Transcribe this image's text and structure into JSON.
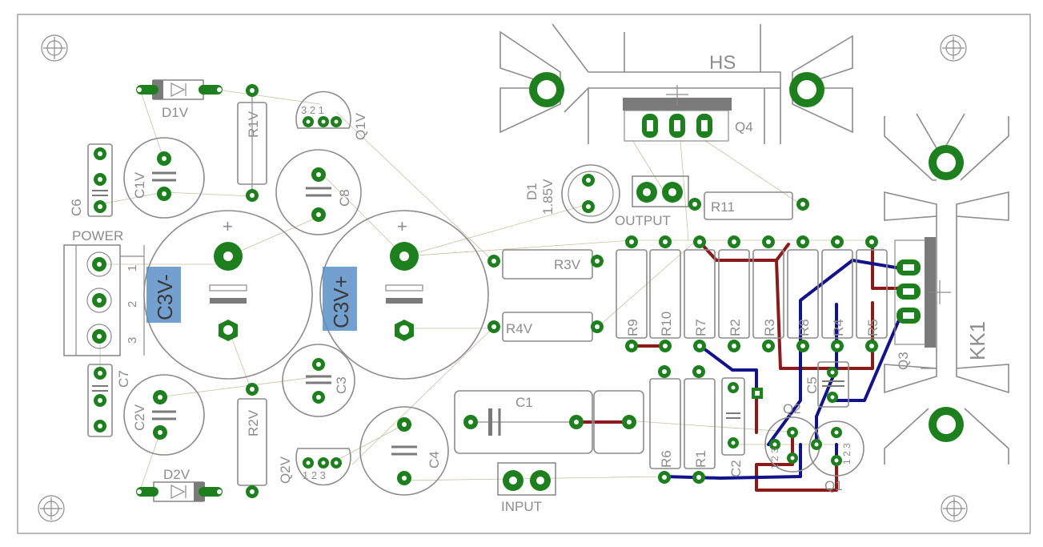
{
  "labels": {
    "d1v": "D1V",
    "r1v": "R1V",
    "q1v": "Q1V",
    "c1v": "C1V",
    "c8": "C8",
    "c6": "C6",
    "power": "POWER",
    "pin1": "1",
    "pin2": "2",
    "pin3": "3",
    "c3vm": "C3V-",
    "c3vp": "C3V+",
    "c7": "C7",
    "c2v": "C2V",
    "r2v": "R2V",
    "q2v": "Q2V",
    "c3": "C3",
    "c4": "C4",
    "d2v": "D2V",
    "hs": "HS",
    "q4": "Q4",
    "d1": "D1",
    "d1val": "1.85V",
    "output": "OUTPUT",
    "r11": "R11",
    "r3v": "R3V",
    "r4v": "R4V",
    "c1": "C1",
    "input": "INPUT",
    "r9": "R9",
    "r10": "R10",
    "r7": "R7",
    "r2": "R2",
    "r3": "R3",
    "r8": "R8",
    "r4": "R4",
    "r5": "R5",
    "r6": "R6",
    "r1": "R1",
    "c2": "C2",
    "c5": "C5",
    "q2": "Q2",
    "q1": "Q1",
    "q3": "Q3",
    "kk1": "KK1",
    "q1v_pins": "3 2 1",
    "q2v_pins": "1 2 3",
    "q1_pins": "1 2 3",
    "q2_pins": "1 2 3"
  },
  "colors": {
    "pad": "#1e7f1e",
    "top_trace": "#8b1a1a",
    "bottom_trace": "#12128b",
    "outline": "#8c8c8c",
    "highlight": "#5b8fc7"
  }
}
